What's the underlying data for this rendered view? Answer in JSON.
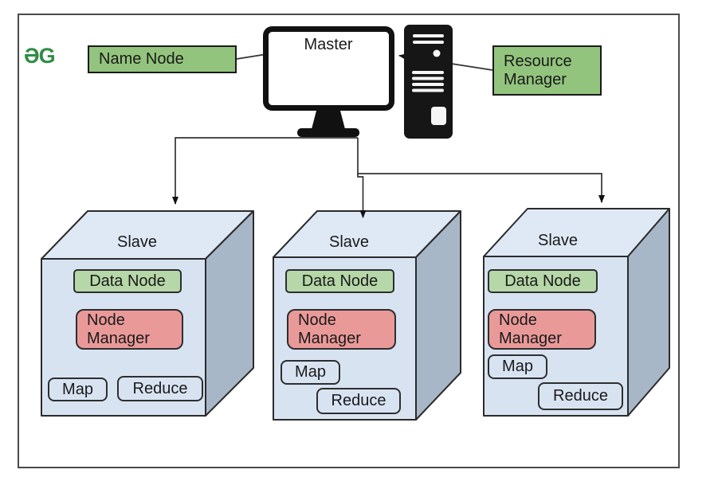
{
  "logo": {
    "text": "ƏG",
    "color": "#2f8d46"
  },
  "master": {
    "name_node_label": "Name Node",
    "monitor_label": "Master",
    "resource_manager_label": "Resource\nManager"
  },
  "slaves": [
    {
      "title": "Slave",
      "data_node": "Data Node",
      "node_manager": "Node\nManager",
      "map": "Map",
      "reduce": "Reduce"
    },
    {
      "title": "Slave",
      "data_node": "Data Node",
      "node_manager": "Node\nManager",
      "map": "Map",
      "reduce": "Reduce"
    },
    {
      "title": "Slave",
      "data_node": "Data Node",
      "node_manager": "Node\nManager",
      "map": "Map",
      "reduce": "Reduce"
    }
  ],
  "icons": {
    "monitor": "monitor-icon",
    "tower": "cpu-tower-icon"
  },
  "colors": {
    "box_green": "#93c47d",
    "data_node_green": "#b6d7a8",
    "node_manager_red": "#ea9999",
    "cube_front": "#d8e3f2",
    "cube_top": "#dfe9f6",
    "cube_side": "#a8b7c8",
    "line": "#333333",
    "frame_border": "#4a4a4a",
    "logo_green": "#2f8d46"
  }
}
